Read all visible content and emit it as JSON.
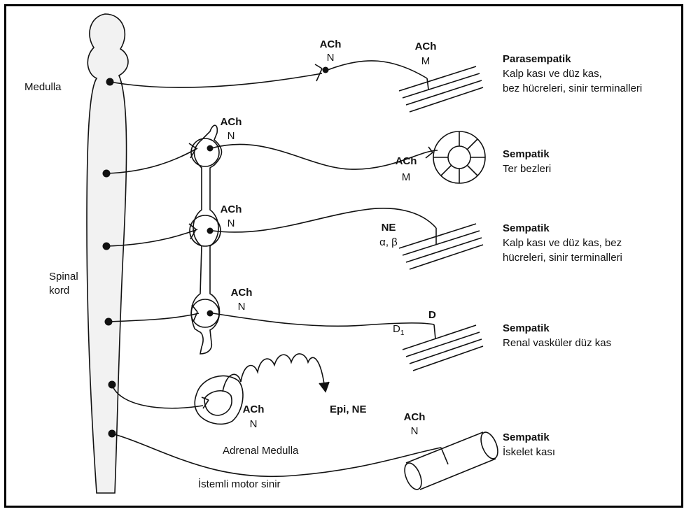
{
  "colors": {
    "ink": "#111111",
    "frame": "#000000",
    "background": "#ffffff",
    "cord_fill": "#f2f2f2"
  },
  "cns": {
    "medulla": "Medulla",
    "spinal_line1": "Spinal",
    "spinal_line2": "kord"
  },
  "pathways": [
    {
      "pre_transmitter": "ACh",
      "pre_receptor": "N",
      "target_transmitter": "ACh",
      "target_receptor": "M",
      "system": "Parasempatik",
      "target_line1": "Kalp kası ve düz kas,",
      "target_line2": "bez hücreleri, sinir terminalleri"
    },
    {
      "pre_transmitter": "ACh",
      "pre_receptor": "N",
      "target_transmitter": "ACh",
      "target_receptor": "M",
      "system": "Sempatik",
      "target_line1": "Ter bezleri"
    },
    {
      "pre_transmitter": "ACh",
      "pre_receptor": "N",
      "target_transmitter": "NE",
      "target_receptor": "α, β",
      "system": "Sempatik",
      "target_line1": "Kalp kası ve düz kas, bez",
      "target_line2": "hücreleri, sinir terminalleri"
    },
    {
      "pre_transmitter": "ACh",
      "pre_receptor": "N",
      "target_transmitter": "D",
      "target_receptor": "D",
      "target_receptor_sub": "1",
      "system": "Sempatik",
      "target_line1": "Renal vasküler düz kas"
    },
    {
      "pre_transmitter": "ACh",
      "pre_receptor": "N",
      "release": "Epi, NE",
      "organ": "Adrenal Medulla"
    },
    {
      "target_transmitter": "ACh",
      "target_receptor": "N",
      "system": "Sempatik",
      "target_line1": "İskelet kası",
      "nerve": "İstemli motor sinir"
    }
  ]
}
